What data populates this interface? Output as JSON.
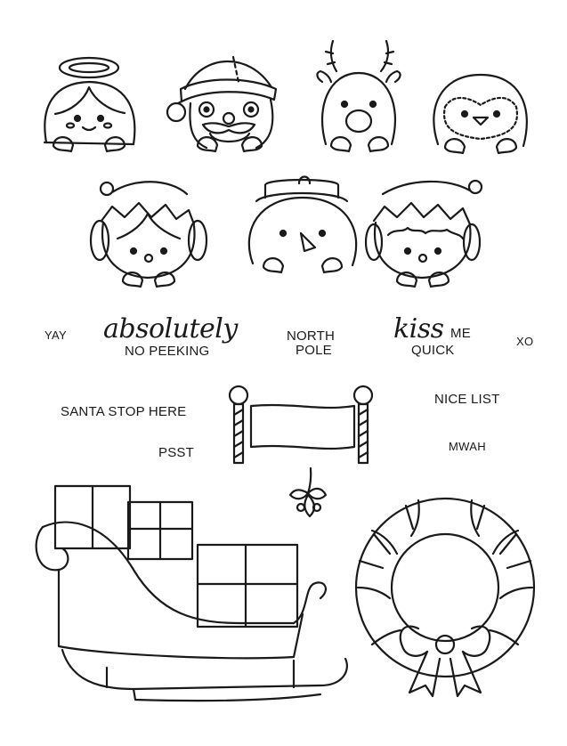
{
  "stamps": {
    "yay": "YAY",
    "absolutely": "absolutely",
    "no_peeking": "NO PEEKING",
    "north": "NORTH",
    "pole": "POLE",
    "kiss": "kiss",
    "me": "ME",
    "quick": "QUICK",
    "xo": "XO",
    "santa_stop_here": "SANTA STOP HERE",
    "nice_list": "NICE LIST",
    "psst": "PSST",
    "mwah": "MWAH"
  },
  "colors": {
    "ink": "#1a1a1a",
    "paper": "#ffffff"
  },
  "icons": [
    "angle-icon",
    "santa-icon",
    "reindeer-icon",
    "penguin-icon",
    "elf-girl-icon",
    "snowman-icon",
    "elf-boy-icon",
    "north-pole-sign-icon",
    "mistletoe-icon",
    "sleigh-icon",
    "wreath-icon"
  ]
}
